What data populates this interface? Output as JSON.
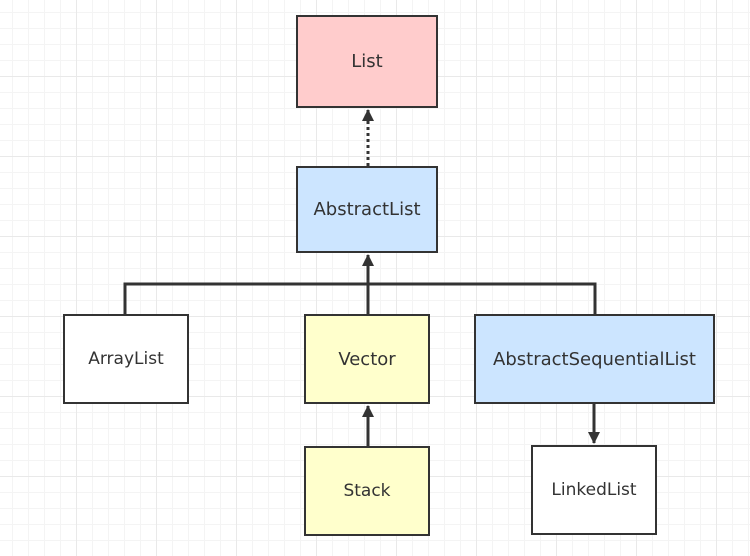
{
  "diagram": {
    "nodes": [
      {
        "id": "list",
        "label": "List",
        "fill": "#ffcccc"
      },
      {
        "id": "abstract-list",
        "label": "AbstractList",
        "fill": "#cce5ff"
      },
      {
        "id": "array-list",
        "label": "ArrayList",
        "fill": "#ffffff"
      },
      {
        "id": "vector",
        "label": "Vector",
        "fill": "#ffffcc"
      },
      {
        "id": "abstract-sequential-list",
        "label": "AbstractSequentialList",
        "fill": "#cce5ff"
      },
      {
        "id": "stack",
        "label": "Stack",
        "fill": "#ffffcc"
      },
      {
        "id": "linked-list",
        "label": "LinkedList",
        "fill": "#ffffff"
      }
    ],
    "edges": [
      {
        "from": "abstract-list",
        "to": "list",
        "style": "dotted"
      },
      {
        "from": "array-list",
        "to": "abstract-list",
        "style": "solid"
      },
      {
        "from": "vector",
        "to": "abstract-list",
        "style": "solid"
      },
      {
        "from": "abstract-sequential-list",
        "to": "abstract-list",
        "style": "solid"
      },
      {
        "from": "stack",
        "to": "vector",
        "style": "solid"
      },
      {
        "from": "abstract-sequential-list",
        "to": "linked-list",
        "style": "solid"
      }
    ],
    "colors": {
      "stroke": "#333333"
    }
  }
}
